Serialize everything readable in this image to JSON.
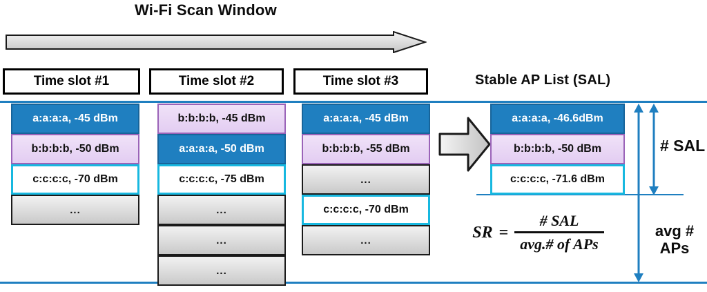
{
  "titles": {
    "scan_window": "Wi-Fi Scan Window",
    "sal": "Stable AP List (SAL)"
  },
  "icons": {
    "scan_arrow": "right-block-arrow",
    "transform_arrow": "right-block-arrow",
    "sal_measure": "double-headed-vertical-arrow",
    "avg_measure": "double-headed-vertical-arrow"
  },
  "slots": [
    {
      "header": "Time slot #1",
      "rows": [
        {
          "label": "a:a:a:a, -45 dBm",
          "style": "blue"
        },
        {
          "label": "b:b:b:b, -50 dBm",
          "style": "purple"
        },
        {
          "label": "c:c:c:c, -70 dBm",
          "style": "white"
        },
        {
          "label": "...",
          "style": "gray"
        }
      ]
    },
    {
      "header": "Time slot #2",
      "rows": [
        {
          "label": "b:b:b:b, -45 dBm",
          "style": "purple"
        },
        {
          "label": "a:a:a:a, -50 dBm",
          "style": "blue"
        },
        {
          "label": "c:c:c:c, -75 dBm",
          "style": "white"
        },
        {
          "label": "...",
          "style": "gray"
        },
        {
          "label": "...",
          "style": "gray"
        },
        {
          "label": "...",
          "style": "gray"
        }
      ]
    },
    {
      "header": "Time slot #3",
      "rows": [
        {
          "label": "a:a:a:a, -45 dBm",
          "style": "blue"
        },
        {
          "label": "b:b:b:b, -55 dBm",
          "style": "purple"
        },
        {
          "label": "...",
          "style": "gray"
        },
        {
          "label": "c:c:c:c, -70 dBm",
          "style": "white"
        },
        {
          "label": "...",
          "style": "gray"
        }
      ]
    }
  ],
  "sal_list": {
    "rows": [
      {
        "label": "a:a:a:a, -46.6dBm",
        "style": "blue"
      },
      {
        "label": "b:b:b:b, -50 dBm",
        "style": "purple"
      },
      {
        "label": "c:c:c:c, -71.6 dBm",
        "style": "white"
      }
    ]
  },
  "formula": {
    "lhs": "SR",
    "equals": "=",
    "numerator": "# SAL",
    "denominator": "avg.# of APs"
  },
  "measures": {
    "sal_label": "# SAL",
    "avg_label": "avg #\nAPs"
  },
  "colors": {
    "blue_fill": "#1f7fc0",
    "blue_border": "#17649a",
    "purple_fill": "#e8d7f4",
    "purple_border": "#9a63b8",
    "cyan_border": "#17b8e0",
    "gray_fill": "#d9d9d9",
    "rule_blue": "#1f7fc0",
    "black": "#000000"
  }
}
